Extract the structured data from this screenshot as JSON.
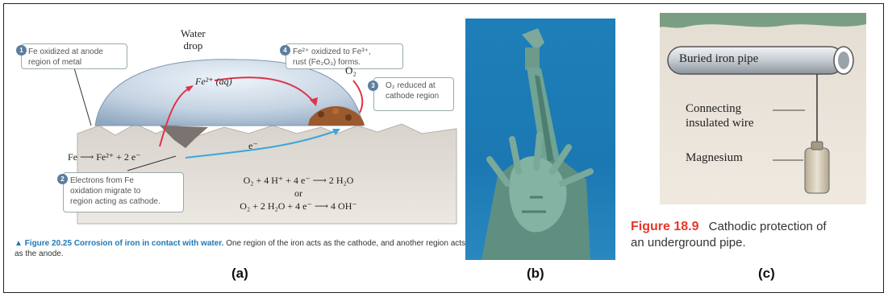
{
  "panels": {
    "a": {
      "label": "(a)",
      "water_drop_label": [
        "Water",
        "drop"
      ],
      "callouts": [
        {
          "num": "1",
          "lines": [
            "Fe oxidized at anode",
            "region of metal"
          ]
        },
        {
          "num": "2",
          "lines": [
            "Electrons from Fe",
            "oxidation migrate to",
            "region acting as cathode."
          ]
        },
        {
          "num": "3",
          "lines": [
            "O₂ reduced at",
            "cathode region"
          ]
        },
        {
          "num": "4",
          "lines": [
            "Fe²⁺ oxidized to Fe³⁺,",
            "rust (Fe₂O₃) forms."
          ]
        }
      ],
      "fe_aq": "Fe²⁺ (aq)",
      "o2": "O₂",
      "electron": "e⁻",
      "fe_reaction": "Fe ⟶ Fe²⁺ + 2 e⁻",
      "equations": [
        "O₂ + 4 H⁺ + 4 e⁻ ⟶ 2 H₂O",
        "or",
        "O₂ + 2 H₂O + 4 e⁻ ⟶ 4 OH⁻"
      ],
      "caption_prefix": "▲ Figure 20.25",
      "caption_bold": "Corrosion of iron in contact with water.",
      "caption_rest": "One region of the iron acts as the cathode, and another region acts as the anode."
    },
    "b": {
      "label": "(b)"
    },
    "c": {
      "label": "(c)",
      "pipe_label": "Buried iron pipe",
      "wire_label": [
        "Connecting",
        "insulated wire"
      ],
      "magnesium_label": "Magnesium",
      "figure_number": "Figure 18.9",
      "caption_text": "Cathodic protection of",
      "caption_line2": "an underground pipe."
    }
  },
  "colors": {
    "accent_blue": "#1f78b4",
    "caption_red": "#e8372a",
    "badge": "#5b7e9e"
  }
}
